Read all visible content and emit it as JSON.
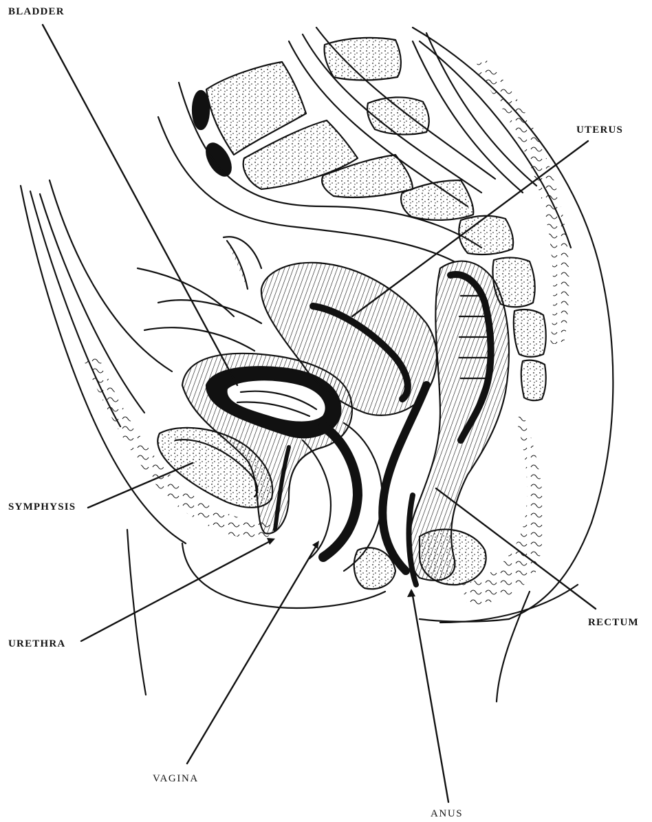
{
  "figure": {
    "labels": {
      "bladder": "BLADDER",
      "uterus": "UTERUS",
      "symphysis": "SYMPHYSIS",
      "urethra": "URETHRA",
      "rectum": "RECTUM",
      "vagina": "VAGINA",
      "anus": "ANUS"
    }
  },
  "colors": {
    "ink": "#111111",
    "paper": "#ffffff"
  }
}
